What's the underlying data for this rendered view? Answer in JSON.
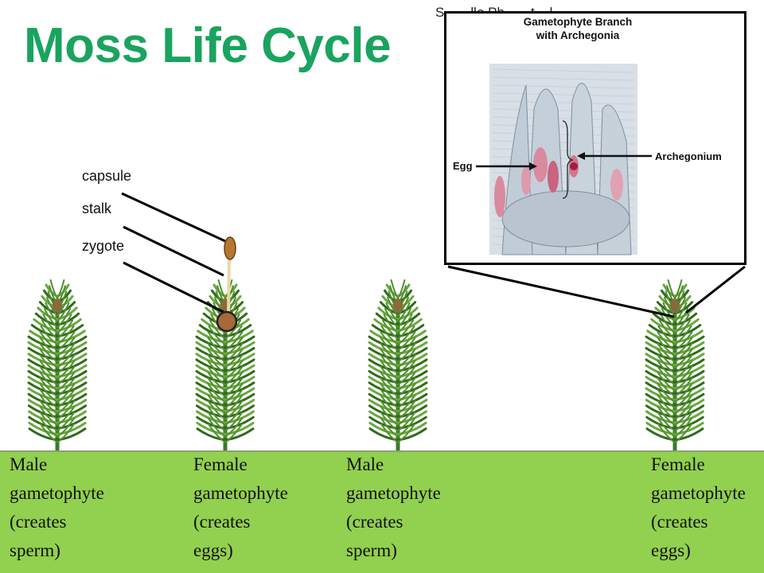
{
  "title": "Moss Life Cycle",
  "partial_header_text": "S... ...lle Ph... ...t ...l...",
  "structure_labels": [
    "capsule",
    "stalk",
    "zygote"
  ],
  "inset": {
    "title": "Gametophyte Branch\nwith Archegonia",
    "egg_label": "Egg",
    "archegonium_label": "Archegonium"
  },
  "gametophytes": [
    {
      "label": "Male\ngametophyte\n(creates\nsperm)"
    },
    {
      "label": "Female\ngametophyte\n(creates\neggs)"
    },
    {
      "label": "Male\ngametophyte\n(creates\nsperm)"
    },
    {
      "label": "Female\ngametophyte\n(creates\neggs)"
    }
  ],
  "colors": {
    "title": "#1aa35f",
    "ground": "#92d050",
    "moss_dark": "#2e6b1e",
    "moss_light": "#6aa83a",
    "zygote": "#a8683a",
    "capsule": "#b5782e",
    "stalk": "#e8d9a8"
  }
}
